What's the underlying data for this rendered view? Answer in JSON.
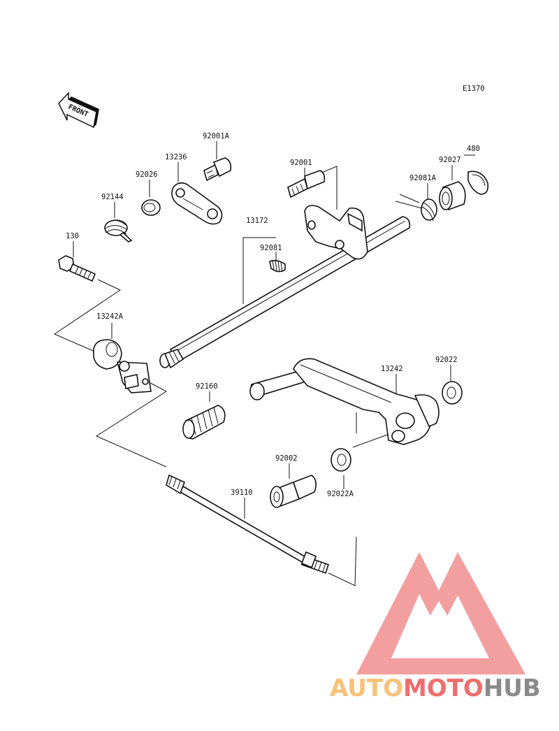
{
  "diagram_code": "E1370",
  "front_label": "FRONT",
  "labels": {
    "p130": "130",
    "p92144": "92144",
    "p92026": "92026",
    "p13236": "13236",
    "p92001A": "92001A",
    "p92001": "92001",
    "p92081A": "92081A",
    "p92027": "92027",
    "p480": "480",
    "p13172": "13172",
    "p92081": "92081",
    "p13242A": "13242A",
    "p92160": "92160",
    "p13242": "13242",
    "p92022": "92022",
    "p92002": "92002",
    "p92022A": "92022A",
    "p39110": "39110"
  },
  "watermark": {
    "part1": "AUTO",
    "part2": "MOTO",
    "part3": "HUB",
    "colors": {
      "orange": "#f7c27a",
      "red": "#ee6e6e",
      "gray": "#8a8a8a",
      "triangle": "#f07f7f"
    }
  }
}
